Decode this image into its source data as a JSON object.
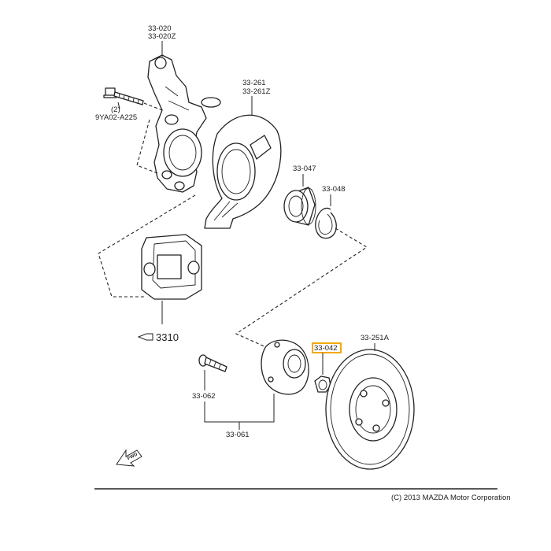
{
  "labels": {
    "knuckle_a": "33-020",
    "knuckle_b": "33-020Z",
    "bolt_code": "9YA02-A225",
    "bolt_qty": "(2)",
    "dust_cover_a": "33-261",
    "dust_cover_b": "33-261Z",
    "bearing": "33-047",
    "snap_ring": "33-048",
    "caliper_ref": "3310",
    "lock_nut": "33-042",
    "disc": "33-251A",
    "hub_bolt": "33-062",
    "hub": "33-061",
    "fwd": "FWD"
  },
  "highlight_color": "#f2a900",
  "copyright": "(C) 2013 MAZDA Motor Corporation"
}
